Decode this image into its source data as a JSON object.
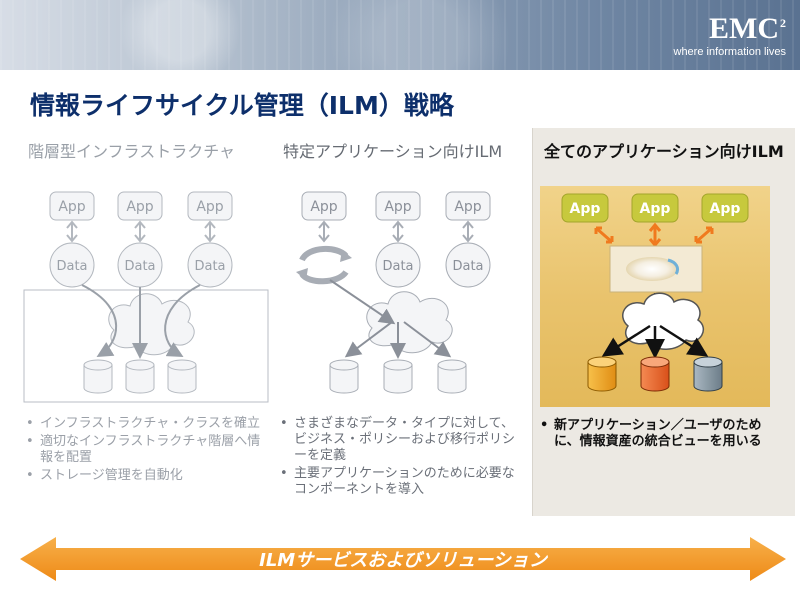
{
  "header": {
    "brand": "EMC",
    "brand_sup": "2",
    "tagline": "where information lives"
  },
  "title": "情報ライフサイクル管理（ILM）戦略",
  "columns": [
    {
      "heading": "階層型インフラストラクチャ",
      "bullets": [
        "インフラストラクチャ・クラスを確立",
        "適切なインフラストラクチャ階層へ情報を配置",
        "ストレージ管理を自動化"
      ]
    },
    {
      "heading": "特定アプリケーション向けILM",
      "bullets": [
        "さまざまなデータ・タイプに対して、ビジネス・ポリシーおよび移行ポリシーを定義",
        "主要アプリケーションのために必要なコンポーネントを導入"
      ]
    },
    {
      "heading": "全てのアプリケーション向けILM",
      "bullets": [
        "新アプリケーション／ユーザのために、情報資産の統合ビューを用いる"
      ]
    }
  ],
  "diagram": {
    "app_label": "App",
    "data_label": "Data"
  },
  "footer": {
    "banner": "ILMサービスおよびソリューション"
  },
  "colors": {
    "title": "#0d2f6b",
    "arrow": "#f39a1f",
    "panel_gold": "#e9c36d",
    "cyl_yellow": "#f0a72a",
    "cyl_orange": "#e8632a",
    "cyl_gray": "#8a9aa6"
  }
}
